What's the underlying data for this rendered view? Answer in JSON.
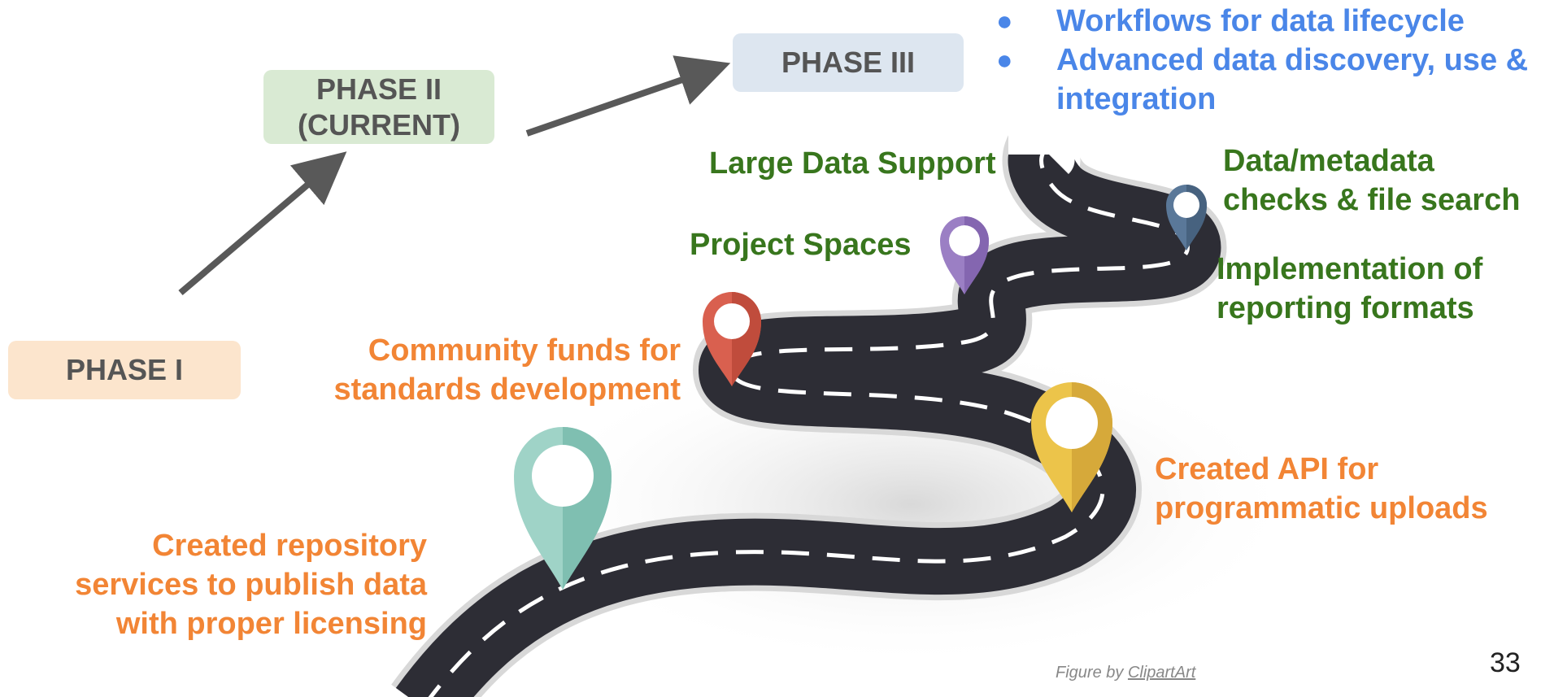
{
  "phases": {
    "phase1": "PHASE I",
    "phase2_line1": "PHASE II",
    "phase2_line2": "(CURRENT)",
    "phase3": "PHASE III"
  },
  "phase3_goals": [
    "Workflows for data lifecycle",
    "Advanced data discovery, use &",
    "integration"
  ],
  "bullet_glyph": "●",
  "milestones": {
    "repository": [
      "Created repository",
      "services to publish data",
      "with proper licensing"
    ],
    "community": [
      "Community funds for",
      "standards development"
    ],
    "project_spaces": "Project Spaces",
    "large_data": "Large Data Support",
    "checks": [
      "Data/metadata",
      "checks & file search"
    ],
    "reporting": [
      "Implementation of",
      "reporting formats"
    ],
    "api": [
      "Created API for",
      "programmatic uploads"
    ]
  },
  "credit": {
    "prefix": "Figure by ",
    "link": "ClipartArt"
  },
  "page_number": "33",
  "colors": {
    "phase1_bg": "#fce5cd",
    "phase2_bg": "#d9ead3",
    "phase3_bg": "#dde6f0",
    "orange_text": "#f28535",
    "green_text": "#38761d",
    "blue_text": "#4a86e8",
    "road": "#2d2d35",
    "pin_teal": "#9fd3c7",
    "pin_red": "#d9604f",
    "pin_purple": "#9b7fc4",
    "pin_blue": "#5a7899",
    "pin_yellow": "#ecc44a"
  }
}
